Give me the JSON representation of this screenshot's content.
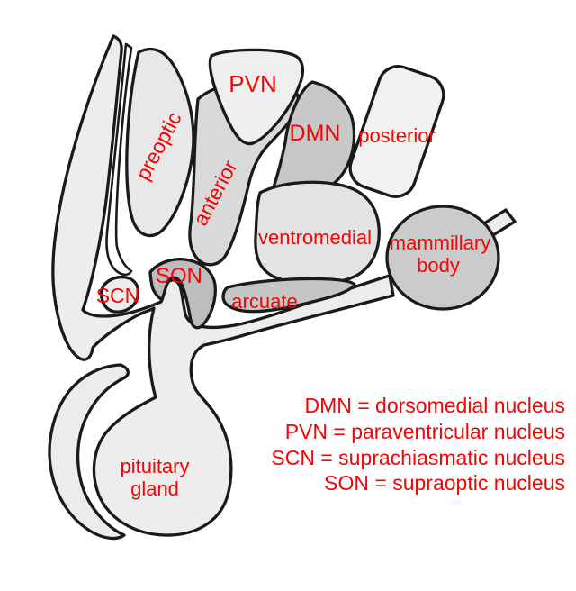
{
  "colors": {
    "label": "#f20505",
    "outline": "#1a1a1a",
    "tract": "#ededed",
    "crescent": "#ececec",
    "sliver": "#ffffff",
    "stub": "#ededed",
    "preoptic": "#e8e8e8",
    "pvn": "#efefef",
    "anterior": "#d9d9d9",
    "dmn": "#c8c8c8",
    "posterior": "#f1f1f1",
    "ventromedial": "#e3e3e3",
    "mammillary": "#cbcbcb",
    "son": "#bdbdbd",
    "scn": "#ededed",
    "arcuate": "#c5c5c5"
  },
  "labels": {
    "preoptic": "preoptic",
    "pvn": "PVN",
    "anterior": "anterior",
    "dmn": "DMN",
    "posterior": "posterior",
    "ventromedial": "ventromedial",
    "mammillary_line1": "mammillary",
    "mammillary_line2": "body",
    "son": "SON",
    "scn": "SCN",
    "arcuate": "arcuate",
    "pituitary_line1": "pituitary",
    "pituitary_line2": "gland"
  },
  "legend": {
    "lines": [
      "DMN = dorsomedial nucleus",
      "PVN = paraventricular nucleus",
      "SCN = suprachiasmatic nucleus",
      "SON = supraoptic nucleus"
    ]
  }
}
